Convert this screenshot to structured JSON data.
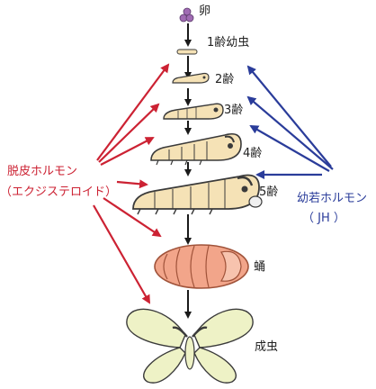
{
  "stages": {
    "egg": "卵",
    "instar1": "1齢幼虫",
    "instar2": "2齢",
    "instar3": "3齢",
    "instar4": "4齢",
    "instar5": "5齢",
    "pupa": "蛹",
    "adult": "成虫"
  },
  "hormones": {
    "molting": {
      "name": "脱皮ホルモン",
      "abbr": "（エクジステロイド）",
      "color": "#cc2233"
    },
    "juvenile": {
      "name": "幼若ホルモン",
      "abbr": "（ JH ）",
      "color": "#2a3c9a"
    }
  },
  "colors": {
    "larva_body": "#f5e2b6",
    "larva_outline": "#3a3a3a",
    "pupa_body": "#f2a58a",
    "moth_wing": "#eef2c6",
    "egg": "#a06bb3",
    "arrow_black": "#1a1a1a"
  }
}
